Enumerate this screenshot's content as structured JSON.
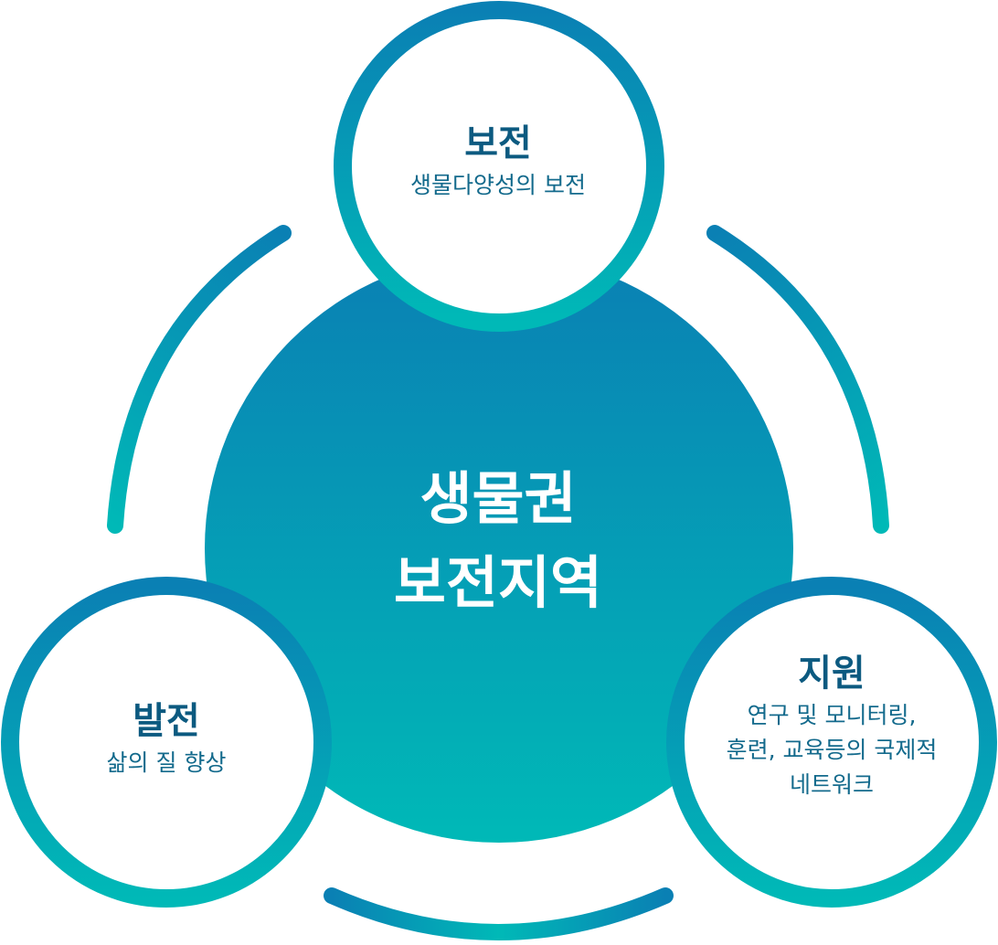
{
  "center": {
    "line1": "생물권",
    "line2": "보전지역"
  },
  "nodes": {
    "top": {
      "title": "보전",
      "desc": [
        "생물다양성의 보전"
      ]
    },
    "left": {
      "title": "발전",
      "desc": [
        "삶의 질 향상"
      ]
    },
    "right": {
      "title": "지원",
      "desc": [
        "연구 및 모니터링,",
        "훈련, 교육등의 국제적",
        "네트워크"
      ]
    }
  },
  "colors": {
    "gradient_top": "#0a80b4",
    "gradient_bottom": "#00b9b7",
    "node_fill": "#ffffff",
    "title_text": "#0c5a80",
    "desc_text": "#136a8c"
  }
}
